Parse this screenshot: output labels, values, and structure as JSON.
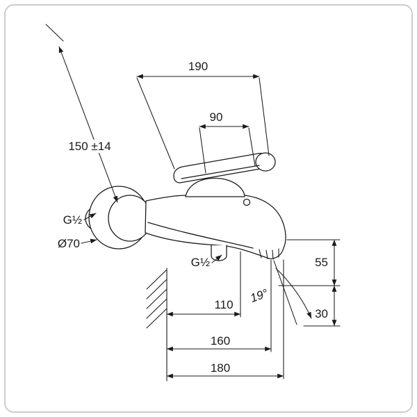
{
  "diagram": {
    "title": "bath-mixer-dimension-drawing",
    "colors": {
      "line": "#1a1a1a",
      "frame": "#cccccc",
      "background": "#ffffff"
    },
    "labels": {
      "top_width": "190",
      "handle_width": "90",
      "connection_spread": "150 ±14",
      "inlet_thread": "G½",
      "escutcheon_diameter": "Ø70",
      "outlet_thread": "G½",
      "spout_drop_upper": "55",
      "spray_angle": "19°",
      "spout_drop_lower": "30",
      "depth_outlet": "110",
      "depth_stream": "160",
      "depth_total": "180"
    }
  }
}
